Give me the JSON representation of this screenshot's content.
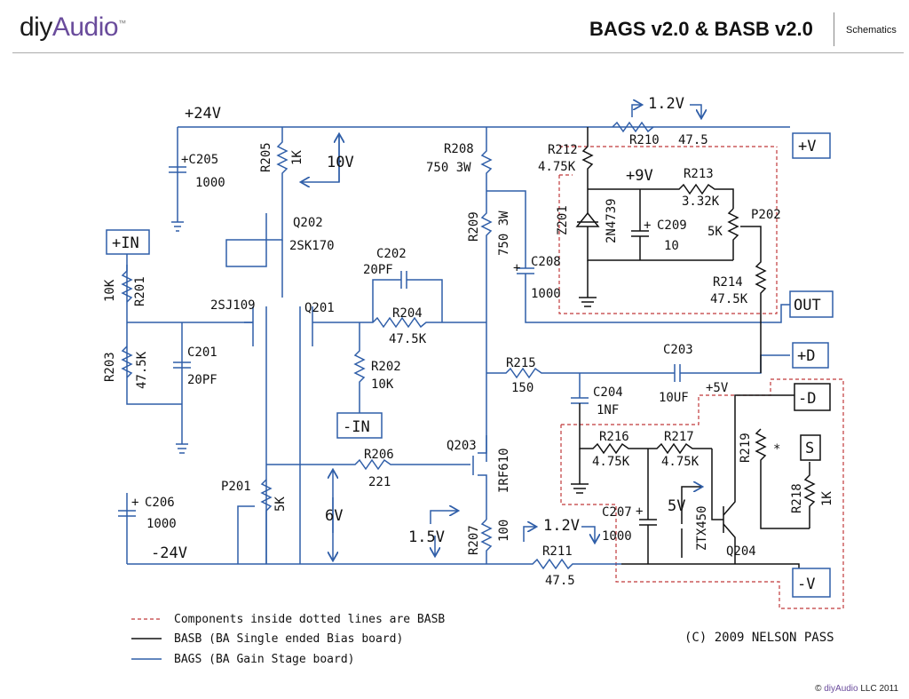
{
  "header": {
    "brand_diy": "diy",
    "brand_audio": "Audio",
    "brand_tm": "™",
    "title": "BAGS v2.0 & BASB v2.0",
    "section": "Schematics"
  },
  "footer": {
    "copyright_symbol": "©",
    "brand": "diyAudio",
    "rest": " LLC 2011"
  },
  "colors": {
    "bags": "#2f5ea8",
    "basb": "#111111",
    "dotted": "#c0393b"
  },
  "rails": {
    "pos": "+24V",
    "neg": "-24V"
  },
  "terminals": {
    "in_pos": "+IN",
    "in_neg": "-IN",
    "v_pos": "+V",
    "out": "OUT",
    "d_pos": "+D",
    "d_neg": "-D",
    "s": "S",
    "v_neg": "-V"
  },
  "voltages": {
    "v10": "10V",
    "v9": "+9V",
    "v1_2_top": "1.2V",
    "v5": "+5V",
    "v6": "6V",
    "v1_5": "1.5V",
    "v1_2_bot": "1.2V",
    "v5_arrow": "5V"
  },
  "components": {
    "c205": {
      "name": "+C205",
      "value": "1000"
    },
    "r205": {
      "name": "R205",
      "value": "1K"
    },
    "q202": {
      "name": "Q202",
      "value": "2SK170"
    },
    "r201": {
      "name": "R201",
      "value": "10K"
    },
    "q201_part": "2SJ109",
    "q201": "Q201",
    "c202": {
      "name": "C202",
      "value": "20PF"
    },
    "r204": {
      "name": "R204",
      "value": "47.5K"
    },
    "r203": {
      "name": "R203",
      "value": "47.5K"
    },
    "c201": {
      "name": "C201",
      "value": "20PF"
    },
    "r202": {
      "name": "R202",
      "value": "10K"
    },
    "r208": {
      "name": "R208",
      "value": "750 3W"
    },
    "r209": {
      "name": "R209",
      "value": "750 3W"
    },
    "c208": {
      "name": "C208",
      "value": "1000",
      "plus": "+"
    },
    "r212": {
      "name": "R212",
      "value": "4.75K"
    },
    "z201": {
      "name": "Z201",
      "value": "2N4739"
    },
    "c209": {
      "name": "C209",
      "value": "10",
      "plus": "+"
    },
    "r213": {
      "name": "R213",
      "value": "3.32K"
    },
    "p202": {
      "name": "P202",
      "value": "5K"
    },
    "r214": {
      "name": "R214",
      "value": "47.5K"
    },
    "r210": {
      "name": "R210",
      "value": "47.5"
    },
    "r215": {
      "name": "R215",
      "value": "150"
    },
    "c203": {
      "name": "C203",
      "value": "10UF"
    },
    "c204": {
      "name": "C204",
      "value": "1NF"
    },
    "r216": {
      "name": "R216",
      "value": "4.75K"
    },
    "r217": {
      "name": "R217",
      "value": "4.75K"
    },
    "r219": {
      "name": "R219",
      "value": "*"
    },
    "r218": {
      "name": "R218",
      "value": "1K"
    },
    "q204": {
      "name": "Q204",
      "value": "ZTX450"
    },
    "c207": {
      "name": "C207",
      "value": "1000",
      "plus": "+"
    },
    "q203": {
      "name": "Q203",
      "value": "IRF610"
    },
    "r206": {
      "name": "R206",
      "value": "221"
    },
    "p201": {
      "name": "P201",
      "value": "5K"
    },
    "c206": {
      "name": "C206",
      "value": "1000",
      "plus": "+"
    },
    "r207": {
      "name": "R207",
      "value": "100"
    },
    "r211": {
      "name": "R211",
      "value": "47.5"
    }
  },
  "legend": {
    "items": [
      {
        "label": "Components inside dotted lines are BASB"
      },
      {
        "label": "BASB (BA Single ended Bias board)"
      },
      {
        "label": "BAGS (BA Gain Stage board)"
      }
    ]
  },
  "credit": "(C) 2009 NELSON PASS"
}
